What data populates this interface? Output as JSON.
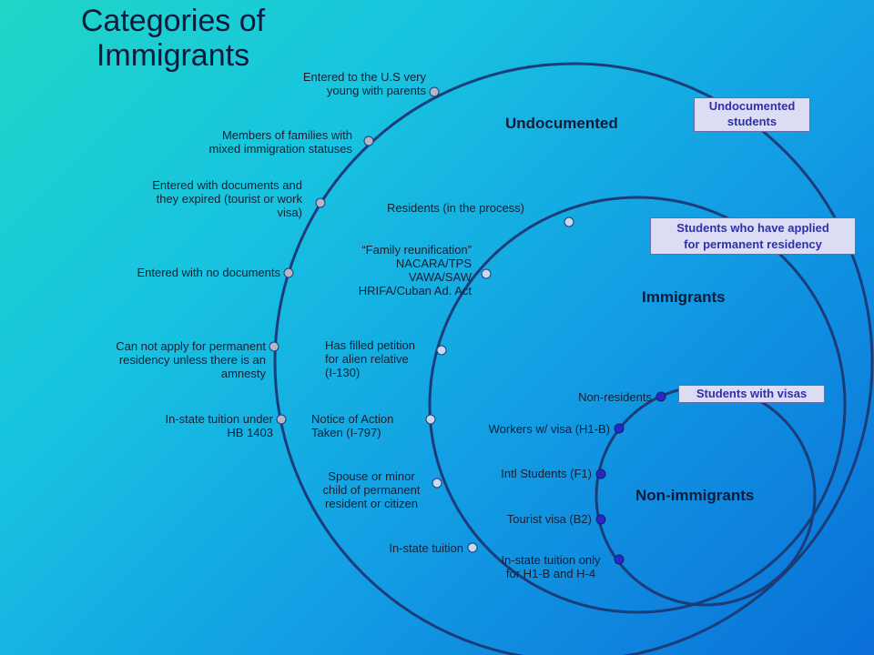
{
  "title": "Categories of\nImmigrants",
  "colors": {
    "circle_stroke": "#1a3d7a",
    "outer_dot": "#b4b8c4",
    "middle_dot": "#c8d8ee",
    "inner_dot": "#2828c8",
    "box_fill": "#dcdcf4",
    "box_text": "#3030a8"
  },
  "regions": {
    "undocumented": "Undocumented",
    "immigrants": "Immigrants",
    "non_immigrants": "Non-immigrants"
  },
  "boxes": {
    "undocumented_students": "Undocumented\nstudents",
    "applied_residency": "Students who have applied\nfor permanent residency",
    "students_visas": "Students with visas"
  },
  "outer_labels": [
    "Entered to the U.S very\nyoung with parents",
    "Members of families with\nmixed immigration statuses",
    "Entered with documents and\nthey expired (tourist or work\nvisa)",
    "Entered with no documents",
    "Can not apply for permanent\nresidency unless there is  an\namnesty",
    "In-state tuition under\nHB 1403"
  ],
  "middle_labels": [
    "Residents (in the process)",
    "“Family reunification”\nNACARA/TPS\nVAWA/SAW\nHRIFA/Cuban Ad. Act",
    "Has filled petition\nfor alien relative\n(I-130)",
    "Notice of Action\nTaken (I-797)",
    "Spouse or minor\nchild of permanent\nresident or citizen",
    "In-state tuition"
  ],
  "inner_labels": [
    "Non-residents",
    "Workers w/ visa (H1-B)",
    "Intl Students (F1)",
    "Tourist visa (B2)",
    "In-state tuition only\nfor H1-B and H-4"
  ]
}
